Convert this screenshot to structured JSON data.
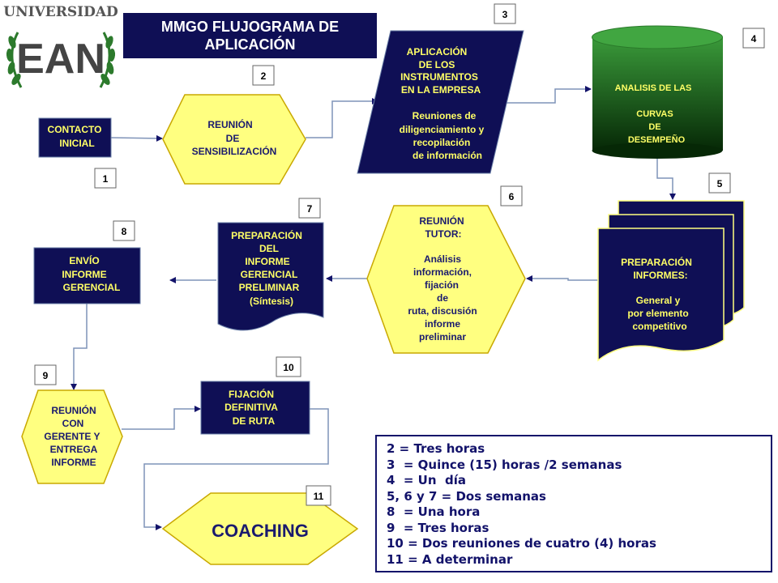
{
  "logo": {
    "university_word": "UNIVERSIDAD",
    "acronym": "EAN"
  },
  "title": {
    "line1": "MMGO FLUJOGRAMA DE",
    "line2": "APLICACIÓN"
  },
  "steps": {
    "contacto": {
      "number": "1",
      "lines": [
        "CONTACTO",
        "INICIAL"
      ]
    },
    "reunion_sens": {
      "number": "2",
      "lines": [
        "REUNIÓN",
        "DE",
        "SENSIBILIZACIÓN"
      ]
    },
    "aplicacion": {
      "number": "3",
      "lines": [
        "APLICACIÓN",
        "DE LOS",
        "INSTRUMENTOS",
        "EN LA EMPRESA",
        "",
        "Reuniones de",
        "diligenciamiento y",
        "recopilación",
        "de información"
      ]
    },
    "analisis": {
      "number": "4",
      "lines": [
        "ANALISIS  DE LAS",
        "",
        "CURVAS",
        "DE",
        "DESEMPEÑO"
      ]
    },
    "preparacion_inf": {
      "number": "5",
      "lines": [
        "PREPARACIÓN",
        "INFORMES:",
        "",
        "General y",
        "por elemento",
        "competitivo"
      ]
    },
    "reunion_tutor": {
      "number": "6",
      "lines": [
        "REUNIÓN",
        "TUTOR:",
        "",
        "Análisis",
        "información,",
        "fijación",
        "de",
        "ruta, discusión",
        "informe",
        "preliminar"
      ]
    },
    "preparacion_ig": {
      "number": "7",
      "lines": [
        "PREPARACIÓN",
        "DEL",
        "INFORME",
        "GERENCIAL",
        "PRELIMINAR",
        "(Síntesis)"
      ]
    },
    "envio": {
      "number": "8",
      "lines": [
        "ENVÍO",
        "INFORME",
        "GERENCIAL"
      ]
    },
    "reunion_gerente": {
      "number": "9",
      "lines": [
        "REUNIÓN",
        "CON",
        "GERENTE Y",
        "ENTREGA",
        "INFORME"
      ]
    },
    "fijacion": {
      "number": "10",
      "lines": [
        "FIJACIÓN",
        "DEFINITIVA",
        "DE RUTA"
      ]
    },
    "coaching": {
      "number": "11",
      "lines": [
        "COACHING"
      ]
    }
  },
  "legend": [
    "2 = Tres horas",
    "3  = Quince (15) horas /2 semanas",
    "4  = Un  día",
    "5, 6 y 7 = Dos semanas",
    "8  = Una hora",
    "9  = Tres horas",
    "10 = Dos reuniones de cuatro (4) horas",
    "11 = A determinar"
  ],
  "colors": {
    "navy": "#0f0f55",
    "yellow": "#ffff80",
    "gold_border": "#d4b200",
    "green_top": "#2f8a2f",
    "green_bottom": "#0a3a0a",
    "coaching_text": "#1a1a6e",
    "connector": "#6a7fa8"
  }
}
